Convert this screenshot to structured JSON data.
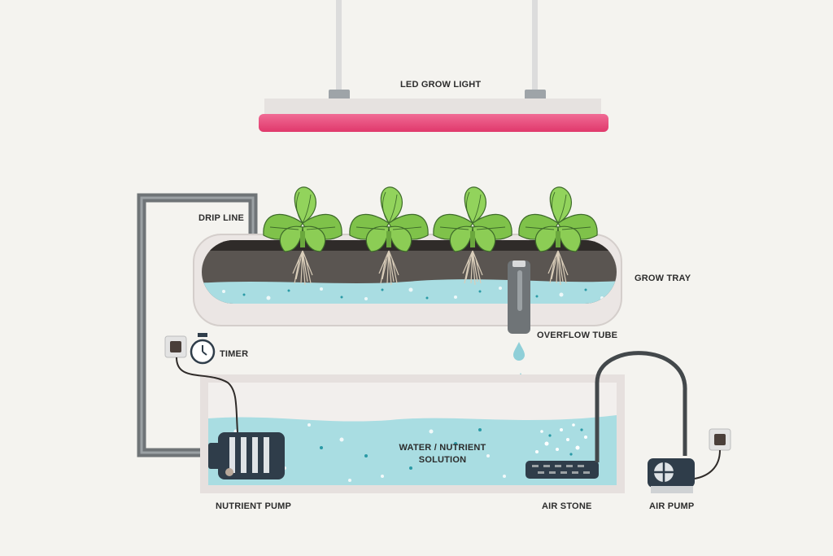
{
  "labels": {
    "led_grow_light": "LED GROW LIGHT",
    "drip_line": "DRIP LINE",
    "grow_tray": "GROW TRAY",
    "overflow_tube": "OVERFLOW TUBE",
    "timer": "TIMER",
    "water_nutrient_line1": "WATER / NUTRIENT",
    "water_nutrient_line2": "SOLUTION",
    "nutrient_pump": "NUTRIENT PUMP",
    "air_stone": "AIR STONE",
    "air_pump": "AIR PUMP"
  },
  "icons": [
    "plant-icon",
    "timer-icon",
    "power-outlet-icon",
    "water-drop-icon"
  ],
  "colors": {
    "background": "#f4f3ef",
    "grow_light": "#e9457a",
    "water": "#a9dde2",
    "growing_medium": "#5a5551",
    "leaf": "#7fc24a",
    "pipe": "#6f7477",
    "pump": "#2f3d4a"
  }
}
